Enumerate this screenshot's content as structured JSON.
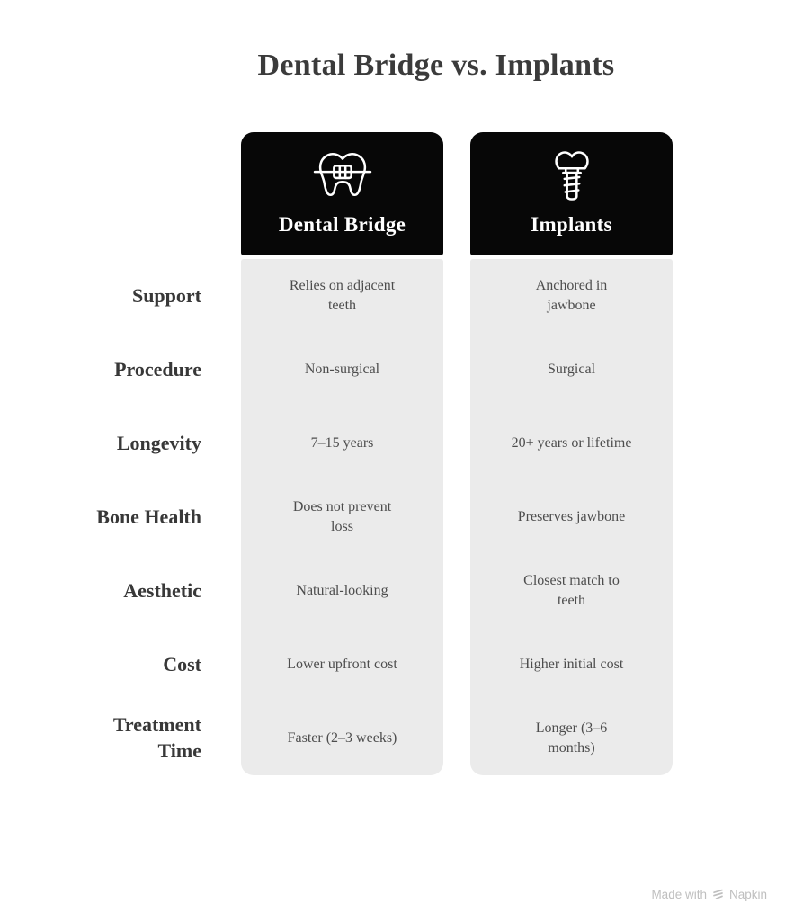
{
  "title": "Dental Bridge vs. Implants",
  "columns": [
    {
      "label": "Dental Bridge",
      "icon": "tooth-braces-icon"
    },
    {
      "label": "Implants",
      "icon": "tooth-implant-icon"
    }
  ],
  "rows": [
    {
      "label": "Support",
      "bridge": "Relies on adjacent\nteeth",
      "implants": "Anchored in\njawbone"
    },
    {
      "label": "Procedure",
      "bridge": "Non-surgical",
      "implants": "Surgical"
    },
    {
      "label": "Longevity",
      "bridge": "7–15 years",
      "implants": "20+ years or lifetime"
    },
    {
      "label": "Bone Health",
      "bridge": "Does not prevent\nloss",
      "implants": "Preserves jawbone"
    },
    {
      "label": "Aesthetic",
      "bridge": "Natural-looking",
      "implants": "Closest match to\nteeth"
    },
    {
      "label": "Cost",
      "bridge": "Lower upfront cost",
      "implants": "Higher initial cost"
    },
    {
      "label": "Treatment\nTime",
      "bridge": "Faster (2–3 weeks)",
      "implants": "Longer (3–6\nmonths)"
    }
  ],
  "footer": {
    "made_with": "Made with",
    "brand": "Napkin",
    "logo_icon": "napkin-logo-icon"
  },
  "colors": {
    "background": "#ffffff",
    "header_bg": "#070707",
    "card_bg": "#ebebeb",
    "title_text": "#3b3b3b",
    "label_text": "#383838",
    "cell_text": "#4d4d4d",
    "header_text": "#ffffff",
    "footer_text": "#bfbfbf"
  }
}
